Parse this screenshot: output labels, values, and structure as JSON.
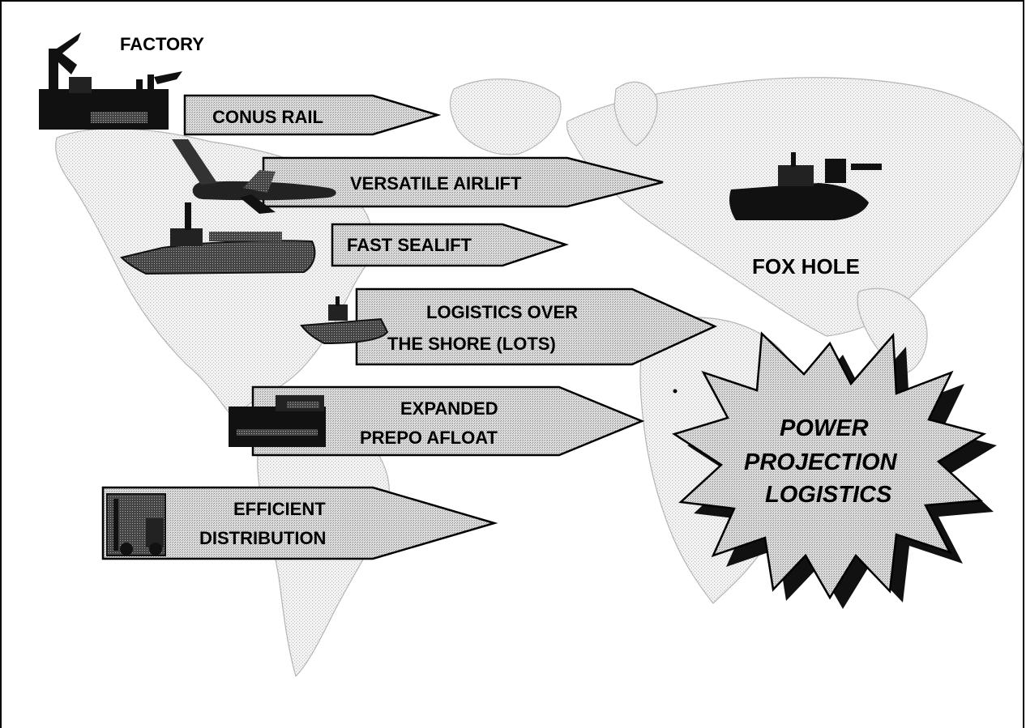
{
  "labels": {
    "factory": "FACTORY",
    "fox_hole": "FOX HOLE"
  },
  "arrows": [
    {
      "id": "conus-rail",
      "lines": [
        "CONUS RAIL"
      ]
    },
    {
      "id": "versatile-airlift",
      "lines": [
        "VERSATILE AIRLIFT"
      ]
    },
    {
      "id": "fast-sealift",
      "lines": [
        "FAST SEALIFT"
      ]
    },
    {
      "id": "lots",
      "lines": [
        "LOGISTICS OVER",
        "THE SHORE (LOTS)"
      ]
    },
    {
      "id": "prepo",
      "lines": [
        "EXPANDED",
        "PREPO AFLOAT"
      ]
    },
    {
      "id": "distribution",
      "lines": [
        "EFFICIENT",
        "DISTRIBUTION"
      ]
    }
  ],
  "starburst": {
    "lines": [
      "POWER",
      "PROJECTION",
      "LOGISTICS"
    ]
  },
  "icons": [
    "factory-icon",
    "airplane-icon",
    "cargo-ship-icon",
    "landing-craft-icon",
    "tank-icon",
    "forklift-icon",
    "warship-icon",
    "world-map-icon"
  ]
}
